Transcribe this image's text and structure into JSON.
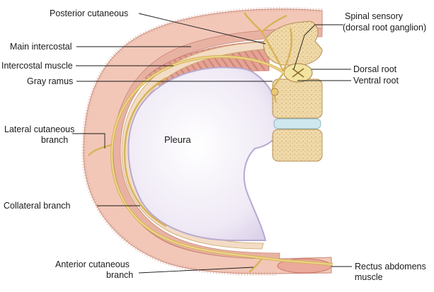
{
  "labels": {
    "posterior_cutaneous": "Posterior cutaneous",
    "main_intercostal": "Main intercostal",
    "intercostal_muscle": "Intercostal muscle",
    "gray_ramus": "Gray ramus",
    "lateral_cutaneous_line1": "Lateral cutaneous",
    "lateral_cutaneous_line2": "branch",
    "collateral_branch": "Collateral branch",
    "anterior_cutaneous_line1": "Anterior cutaneous",
    "anterior_cutaneous_line2": "branch",
    "spinal_sensory_line1": "Spinal sensory",
    "spinal_sensory_line2": "(dorsal root ganglion)",
    "dorsal_root": "Dorsal root",
    "ventral_root": "Ventral root",
    "rectus_line1": "Rectus abdomens",
    "rectus_line2": "muscle",
    "pleura": "Pleura"
  },
  "colors": {
    "skin": "#f2c7b7",
    "muscle": "#e4a396",
    "muscle_dark": "#c9776a",
    "nerve": "#d7b45a",
    "nerve_light": "#f1dc95",
    "bone": "#f0d9a8",
    "bone_dot": "#c9a56a",
    "pleura": "#e6dff0",
    "pleura_edge": "#b7a9cf",
    "disc": "#cfe7ef"
  }
}
